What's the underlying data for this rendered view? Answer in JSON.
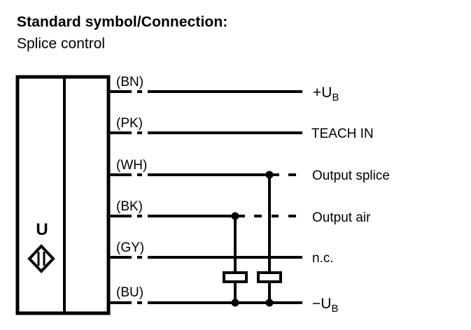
{
  "heading": {
    "title": "Standard symbol/Connection:",
    "subtitle": "Splice control"
  },
  "sensor": {
    "symbol_letter": "U",
    "symbol_icon": "inductive-sensor-diamond-icon"
  },
  "wires": [
    {
      "color_code": "(BN)",
      "function": "+U",
      "subscript": "B"
    },
    {
      "color_code": "(PK)",
      "function": "TEACH IN",
      "subscript": ""
    },
    {
      "color_code": "(WH)",
      "function": "Output splice",
      "subscript": ""
    },
    {
      "color_code": "(BK)",
      "function": "Output air",
      "subscript": ""
    },
    {
      "color_code": "(GY)",
      "function": "n.c.",
      "subscript": ""
    },
    {
      "color_code": "(BU)",
      "function": "−U",
      "subscript": "B"
    }
  ]
}
